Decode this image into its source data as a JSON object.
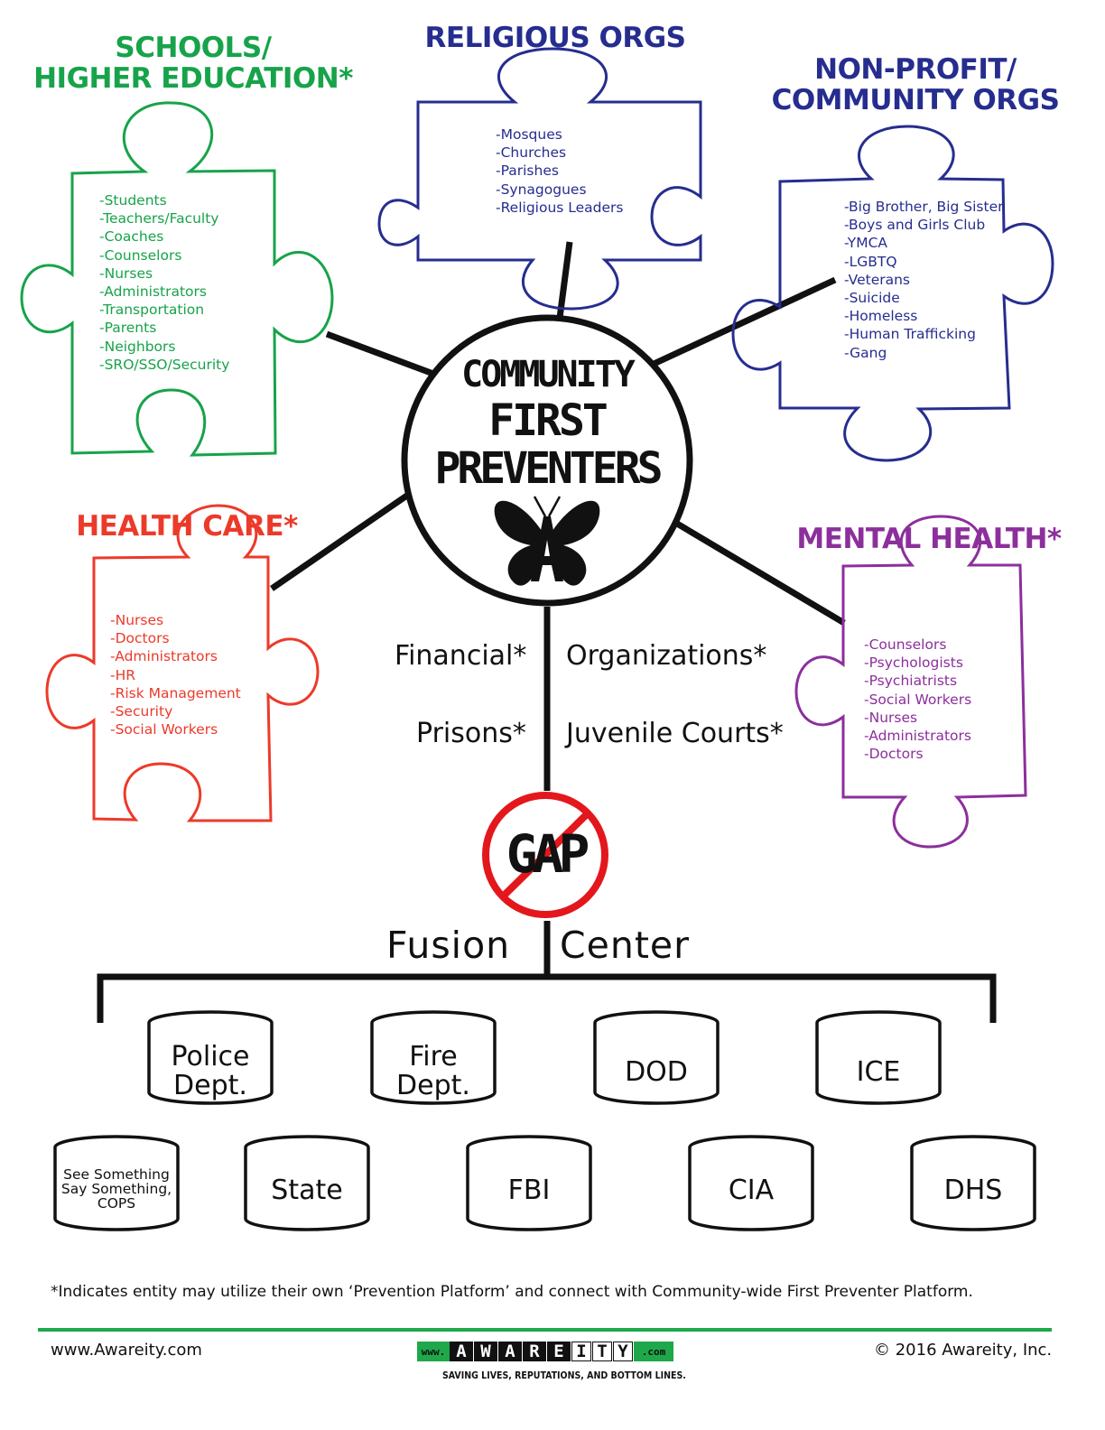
{
  "colors": {
    "schools": "#17a34a",
    "religious": "#262d8f",
    "nonprofit": "#262d8f",
    "health": "#ec3a2a",
    "mental": "#8c2f9c",
    "gap_red": "#e3171c",
    "logo_green": "#1ea84a"
  },
  "categories": {
    "schools": {
      "title_line1": "SCHOOLS/",
      "title_line2": "HIGHER EDUCATION*",
      "items": [
        "-Students",
        "-Teachers/Faculty",
        "-Coaches",
        "-Counselors",
        "-Nurses",
        "-Administrators",
        "-Transportation",
        "-Parents",
        "-Neighbors",
        "-SRO/SSO/Security"
      ]
    },
    "religious": {
      "title": "RELIGIOUS ORGS",
      "items": [
        "-Mosques",
        "-Churches",
        "-Parishes",
        "-Synagogues",
        "-Religious Leaders"
      ]
    },
    "nonprofit": {
      "title_line1": "NON-PROFIT/",
      "title_line2": "COMMUNITY ORGS",
      "items": [
        "-Big Brother, Big Sister",
        "-Boys and Girls Club",
        "-YMCA",
        "-LGBTQ",
        "-Veterans",
        "-Suicide",
        "-Homeless",
        "-Human Trafficking",
        "-Gang"
      ]
    },
    "health": {
      "title": "HEALTH CARE*",
      "items": [
        "-Nurses",
        "-Doctors",
        "-Administrators",
        "-HR",
        "-Risk Management",
        "-Security",
        "-Social Workers"
      ]
    },
    "mental": {
      "title": "MENTAL HEALTH*",
      "items": [
        "-Counselors",
        "-Psychologists",
        "-Psychiatrists",
        "-Social Workers",
        "-Nurses",
        "-Administrators",
        "-Doctors"
      ]
    }
  },
  "center": {
    "line1": "COMMUNITY",
    "line2": "FIRST",
    "line3": "PREVENTERS",
    "emblem_icon": "butterfly-a-icon"
  },
  "labels": {
    "financial": "Financial*",
    "organizations": "Organizations*",
    "prisons": "Prisons*",
    "juvenile_courts": "Juvenile Courts*",
    "gap": "GAP",
    "fusion": "Fusion",
    "center": "Center"
  },
  "agencies": {
    "row1": [
      {
        "line1": "Police",
        "line2": "Dept."
      },
      {
        "line1": "Fire",
        "line2": "Dept."
      },
      {
        "line1": "DOD",
        "line2": ""
      },
      {
        "line1": "ICE",
        "line2": ""
      }
    ],
    "row2": [
      {
        "line1": "See Something",
        "line2": "Say Something,",
        "line3": "COPS"
      },
      {
        "line1": "State"
      },
      {
        "line1": "FBI"
      },
      {
        "line1": "CIA"
      },
      {
        "line1": "DHS"
      }
    ]
  },
  "footnote": "*Indicates entity may utilize their own ‘Prevention Platform’ and connect with Community-wide First Preventer Platform.",
  "footer": {
    "website": "www.Awareity.com",
    "copyright": "© 2016 Awareity, Inc.",
    "logo_prefix": "www.",
    "logo_letters": [
      "A",
      "W",
      "A",
      "R",
      "E",
      "I",
      "T",
      "Y"
    ],
    "logo_suffix": ".com",
    "tagline": "SAVING LIVES, REPUTATIONS, AND BOTTOM LINES."
  }
}
